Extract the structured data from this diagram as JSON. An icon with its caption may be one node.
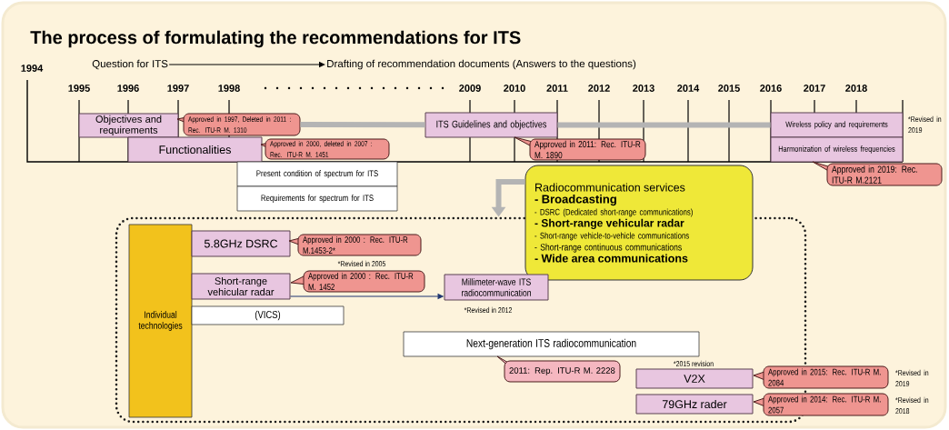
{
  "diagram": {
    "title": "The process of formulating the recommendations for ITS",
    "nodes": [
      {
        "text": [
          "Question for ITS"
        ]
      },
      {
        "text": [
          "Drafting of recommendation documents (Answers to the questions)"
        ]
      },
      {
        "text": [
          "Objectives and requirements"
        ]
      },
      {
        "text": [
          "Approved in 1997, Deleted in 2011 : Rec. ITU-R M. 1310"
        ]
      },
      {
        "text": [
          "ITS Guidelines and objectives"
        ]
      },
      {
        "text": [
          "Wireless policy and requirements"
        ],
        "beside": [
          "*Revised in 2019"
        ]
      },
      {
        "text": [
          "Functionalities"
        ]
      },
      {
        "text": [
          "Approved in 2000, deleted in 2007 : Rec. ITU-R M. 1451"
        ]
      },
      {
        "text": [
          "Approved in 2011: Rec. ITU-R M. 1890"
        ]
      },
      {
        "text": [
          "Harmonization of wireless frequencies"
        ]
      },
      {
        "text": [
          "Present condition of spectrum for ITS"
        ]
      },
      {
        "text": [
          "Approved in 2019: Rec. ITU-R M.2121"
        ]
      },
      {
        "text": [
          "Requirements for spectrum for ITS"
        ]
      },
      {
        "text": [
          "Radiocommunication services",
          "- Broadcasting",
          "- DSRC (Dedicated short-range communications)",
          "- Short-range vehicular radar",
          "- Short-range vehicle-to-vehicle communications",
          "- Short-range continuous communications",
          "- Wide area communications"
        ]
      },
      {
        "text": [],
        "shape": "box"
      },
      {
        "text": [
          "Individual technologies"
        ],
        "in": 14
      },
      {
        "text": [
          "5.8GHz DSRC"
        ],
        "in": 14
      },
      {
        "text": [
          "Approved in 2000 : Rec. ITU-R M.1453-2*"
        ],
        "in": 14,
        "beside": [
          "*Revised in 2005"
        ]
      },
      {
        "text": [
          "Short-range vehicular radar"
        ],
        "in": 14
      },
      {
        "text": [
          "Approved in 2000 : Rec. ITU-R M. 1452"
        ],
        "in": 14
      },
      {
        "text": [
          "Millimeter-wave ITS radiocommunication"
        ],
        "in": 14,
        "beside": [
          "*Revised in 2012"
        ]
      },
      {
        "text": [
          "(VICS)"
        ],
        "in": 14
      },
      {
        "text": [
          "Next-generation ITS radiocommunication"
        ],
        "in": 14
      },
      {
        "text": [
          "2011: Rep. ITU-R M. 2228"
        ],
        "in": 14
      },
      {
        "text": [
          "V2X"
        ],
        "in": 14,
        "beside": [
          "*2015 revision"
        ]
      },
      {
        "text": [
          "Approved in 2015: Rec. ITU-R M. 2084"
        ],
        "beside": [
          "*Revised in 2019"
        ]
      },
      {
        "text": [
          "79GHz rader"
        ],
        "in": 14
      },
      {
        "text": [
          "Approved in 2014: Rec. ITU-R M. 2057"
        ],
        "beside": [
          "*Revised in 2018"
        ]
      }
    ],
    "edges": [
      {
        "from": 0,
        "to": 1,
        "arrow": "to",
        "color": "#000000"
      },
      {
        "from": 3,
        "to": 4,
        "arrow": "none",
        "color": "#b4b4b4"
      },
      {
        "from": 4,
        "to": 5,
        "arrow": "none",
        "color": "#b4b4b4"
      },
      {
        "from": 13,
        "to": 14,
        "arrow": "to",
        "color": "#b4b4b4"
      },
      {
        "from": 18,
        "to": 20,
        "arrow": "to",
        "color": "#1f3570"
      }
    ],
    "labels": [
      "1994",
      "1995",
      "1996",
      "1997",
      "1998",
      "2009",
      "2010",
      "2011",
      "2012",
      "2013",
      "2014",
      "2015",
      "2016",
      "2017",
      "2018"
    ]
  }
}
